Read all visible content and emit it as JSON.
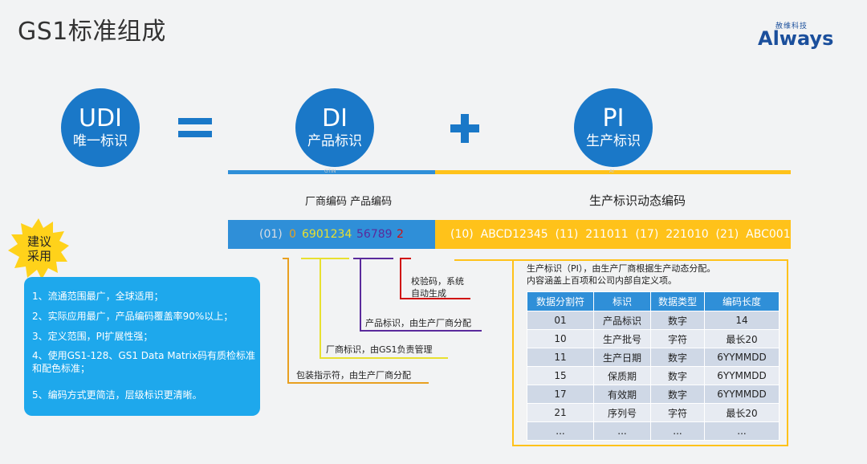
{
  "title": "GS1标准组成",
  "logo": {
    "cn": "赦维科技",
    "en": "Always"
  },
  "equation": {
    "udi": {
      "big": "UDI",
      "small": "唯一标识"
    },
    "di": {
      "big": "DI",
      "small": "产品标识"
    },
    "pi": {
      "big": "PI",
      "small": "生产标识"
    }
  },
  "line_labels": {
    "gtin": "GTIN",
    "ai": "AI"
  },
  "di_heading": "厂商编码 产品编码",
  "pi_heading": "生产标识动态编码",
  "code_segments": {
    "ai01": "(01)",
    "indicator": "0",
    "company": "6901234",
    "item": "56789",
    "check": "2",
    "pi_codes": "(10)  ABCD12345  (11)  211011  (17)  221010  (21)  ABC001"
  },
  "colors": {
    "indicator": "#e8a020",
    "company": "#e8e030",
    "item": "#5a2a9c",
    "check": "#d01010"
  },
  "annotations": {
    "check_line1": "校验码，系统",
    "check_line2": "自动生成",
    "item": "产品标识，由生产厂商分配",
    "company": "厂商标识，由GS1负责管理",
    "indicator": "包装指示符，由生产厂商分配"
  },
  "star_label_line1": "建议",
  "star_label_line2": "采用",
  "advice_items": [
    "1、流通范围最广，全球适用；",
    "2、实际应用最广，产品编码覆盖率90%以上；",
    "3、定义范围，PI扩展性强；",
    "4、使用GS1-128、GS1 Data Matrix码有质检标准和配色标准；",
    "5、编码方式更简洁，层级标识更清晰。"
  ],
  "pi_desc_line1": "生产标识（PI），由生产厂商根据生产动态分配。",
  "pi_desc_line2": "内容涵盖上百项和公司内部自定义项。",
  "pi_table": {
    "headers": [
      "数据分割符",
      "标识",
      "数据类型",
      "编码长度"
    ],
    "rows": [
      [
        "01",
        "产品标识",
        "数字",
        "14"
      ],
      [
        "10",
        "生产批号",
        "字符",
        "最长20"
      ],
      [
        "11",
        "生产日期",
        "数字",
        "6YYMMDD"
      ],
      [
        "15",
        "保质期",
        "数字",
        "6YYMMDD"
      ],
      [
        "17",
        "有效期",
        "数字",
        "6YYMMDD"
      ],
      [
        "21",
        "序列号",
        "字符",
        "最长20"
      ],
      [
        "...",
        "...",
        "...",
        "..."
      ]
    ]
  }
}
